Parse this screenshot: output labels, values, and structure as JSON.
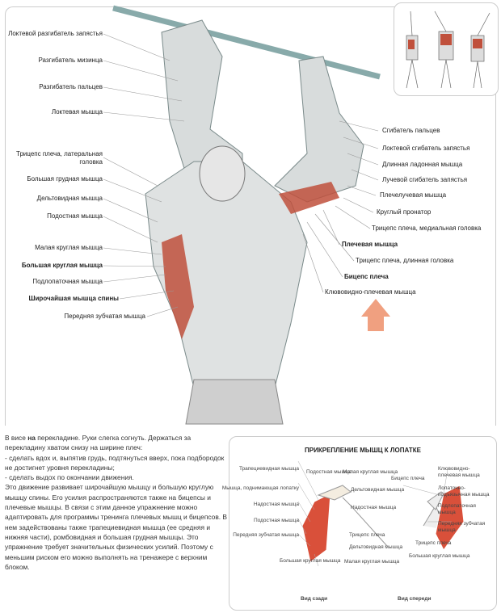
{
  "main_figure": {
    "left_labels": [
      {
        "text": "Локтевой разгибатель запястья",
        "bold": false
      },
      {
        "text": "Разгибатель мизинца",
        "bold": false
      },
      {
        "text": "Разгибатель пальцев",
        "bold": false
      },
      {
        "text": "Локтевая мышца",
        "bold": false
      },
      {
        "text": "Трицепс плеча, латеральная",
        "bold": false
      },
      {
        "text": "головка",
        "bold": false
      },
      {
        "text": "Большая грудная мышца",
        "bold": false
      },
      {
        "text": "Дельтовидная мышца",
        "bold": false
      },
      {
        "text": "Подостная мышца",
        "bold": false
      },
      {
        "text": "Малая круглая мышца",
        "bold": false
      },
      {
        "text": "Большая круглая мышца",
        "bold": true
      },
      {
        "text": "Подлопаточная мышца",
        "bold": false
      },
      {
        "text": "Широчайшая мышца спины",
        "bold": true
      },
      {
        "text": "Передняя зубчатая мышца",
        "bold": false
      }
    ],
    "right_labels": [
      {
        "text": "Сгибатель пальцев",
        "bold": false
      },
      {
        "text": "Локтевой сгибатель запястья",
        "bold": false
      },
      {
        "text": "Длинная ладонная мышца",
        "bold": false
      },
      {
        "text": "Лучевой сгибатель запястья",
        "bold": false
      },
      {
        "text": "Плечелучевая мышца",
        "bold": false
      },
      {
        "text": "Круглый пронатор",
        "bold": false
      },
      {
        "text": "Трицепс плеча, медиальная головка",
        "bold": false
      },
      {
        "text": "Плечевая мышца",
        "bold": true
      },
      {
        "text": "Трицепс плеча, длинная головка",
        "bold": false
      },
      {
        "text": "Бицепс плеча",
        "bold": true
      },
      {
        "text": "Клювовидно-плечевая мышца",
        "bold": false
      }
    ],
    "muscle_color": "#c0503c",
    "arrow_color": "#f0a080"
  },
  "description": {
    "intro_prefix": "В висе ",
    "intro_bold": "на",
    "intro_rest": " перекладине. Руки слегка согнуть. Держаться за перекладину хватом снизу на ширине плеч:",
    "step1": "- сделать вдох и, выпятив грудь, подтянуться вверх, пока подбородок не достигнет уровня перекладины;",
    "step2": "- сделать выдох по окончании движения.",
    "body": "Это движение развивает широчайшую мышцу и большую круглую мышцу спины. Его усилия распространяются также на бицепсы и плечевые мышцы. В связи с этим данное упражнение можно адаптировать для программы тренинга плечевых мышц и бицепсов. В нем задействованы также трапециевидная мышца (ее средняя и нижняя части), ромбовидная и большая грудная мышцы. Это упражнение требует значительных физических усилий. Поэтому с меньшим риском его можно выполнять на тренажере с верхним блоком."
  },
  "scapula_panel": {
    "title": "ПРИКРЕПЛЕНИЕ МЫШЦ К ЛОПАТКЕ",
    "back_view_caption": "Вид сзади",
    "front_view_caption": "Вид спереди",
    "back_labels": [
      "Трапециевидная мышца",
      "Мышца, поднимающая лопатку",
      "Надостная мышца",
      "Подостная мышца",
      "Передняя зубчатая мышца",
      "Большая круглая мышца",
      "Подостная мышца",
      "Малая круглая мышца"
    ],
    "middle_labels": [
      "Дельтовидная мышца",
      "Надостная мышца",
      "Трицепс плеча",
      "Дельтовидная мышца",
      "Малая круглая мышца"
    ],
    "front_labels": [
      "Бицепс плеча",
      "Клювовидно-плечевая мышца",
      "Лопаточно-подъязычная мышца",
      "Подлопаточная мышца",
      "Передняя зубчатая мышца",
      "Трицепс плеча",
      "Большая круглая мышца"
    ]
  }
}
